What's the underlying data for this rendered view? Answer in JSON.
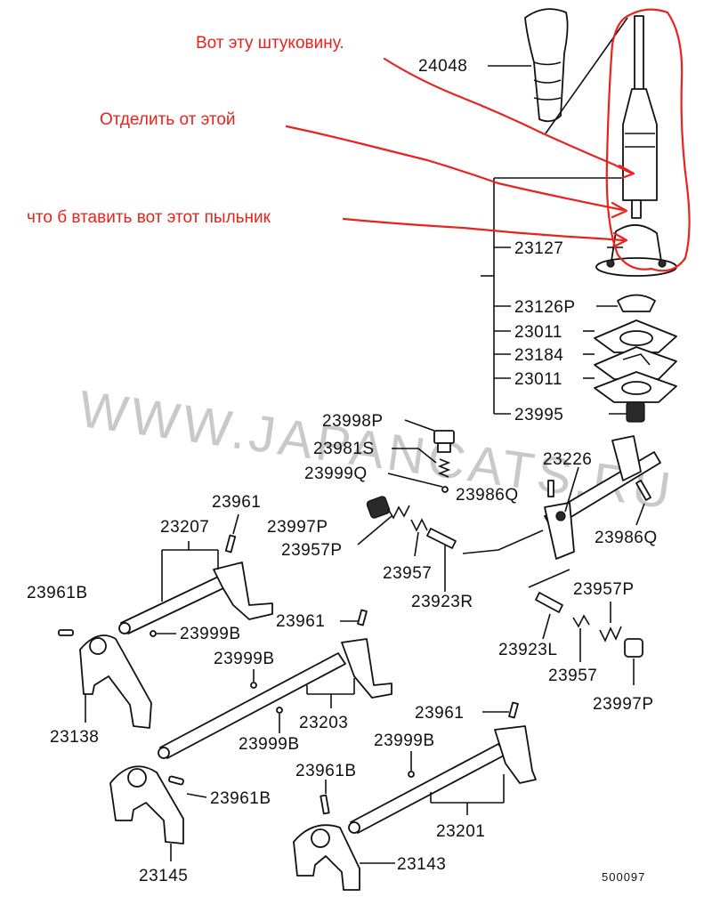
{
  "annotations": {
    "line1": "Вот эту штуковину.",
    "line2": "Отделить от этой",
    "line3": "что б втавить вот этот пыльник"
  },
  "watermark": "WWW.JAPANCATS.RU",
  "diagram_code": "500097",
  "parts": {
    "p24048": "24048",
    "p23127": "23127",
    "p23126P": "23126P",
    "p23011a": "23011",
    "p23184": "23184",
    "p23011b": "23011",
    "p23995": "23995",
    "p23998P": "23998P",
    "p23981S": "23981S",
    "p23999Q": "23999Q",
    "p23986Q_a": "23986Q",
    "p23226": "23226",
    "p23986Q_b": "23986Q",
    "p23961_a": "23961",
    "p23207": "23207",
    "p23997P_a": "23997P",
    "p23957P_a": "23957P",
    "p23957_a": "23957",
    "p23923R": "23923R",
    "p23961B_a": "23961B",
    "p23999B_a": "23999B",
    "p23961_b": "23961",
    "p23957P_b": "23957P",
    "p23923L": "23923L",
    "p23957_b": "23957",
    "p23997P_b": "23997P",
    "p23999B_b": "23999B",
    "p23138": "23138",
    "p23203": "23203",
    "p23999B_c": "23999B",
    "p23961_c": "23961",
    "p23999B_d": "23999B",
    "p23961B_b": "23961B",
    "p23961B_c": "23961B",
    "p23201": "23201",
    "p23145": "23145",
    "p23143": "23143"
  },
  "colors": {
    "annotation": "#e8231e",
    "ink": "#111111",
    "watermark": "#c9c9c9"
  }
}
